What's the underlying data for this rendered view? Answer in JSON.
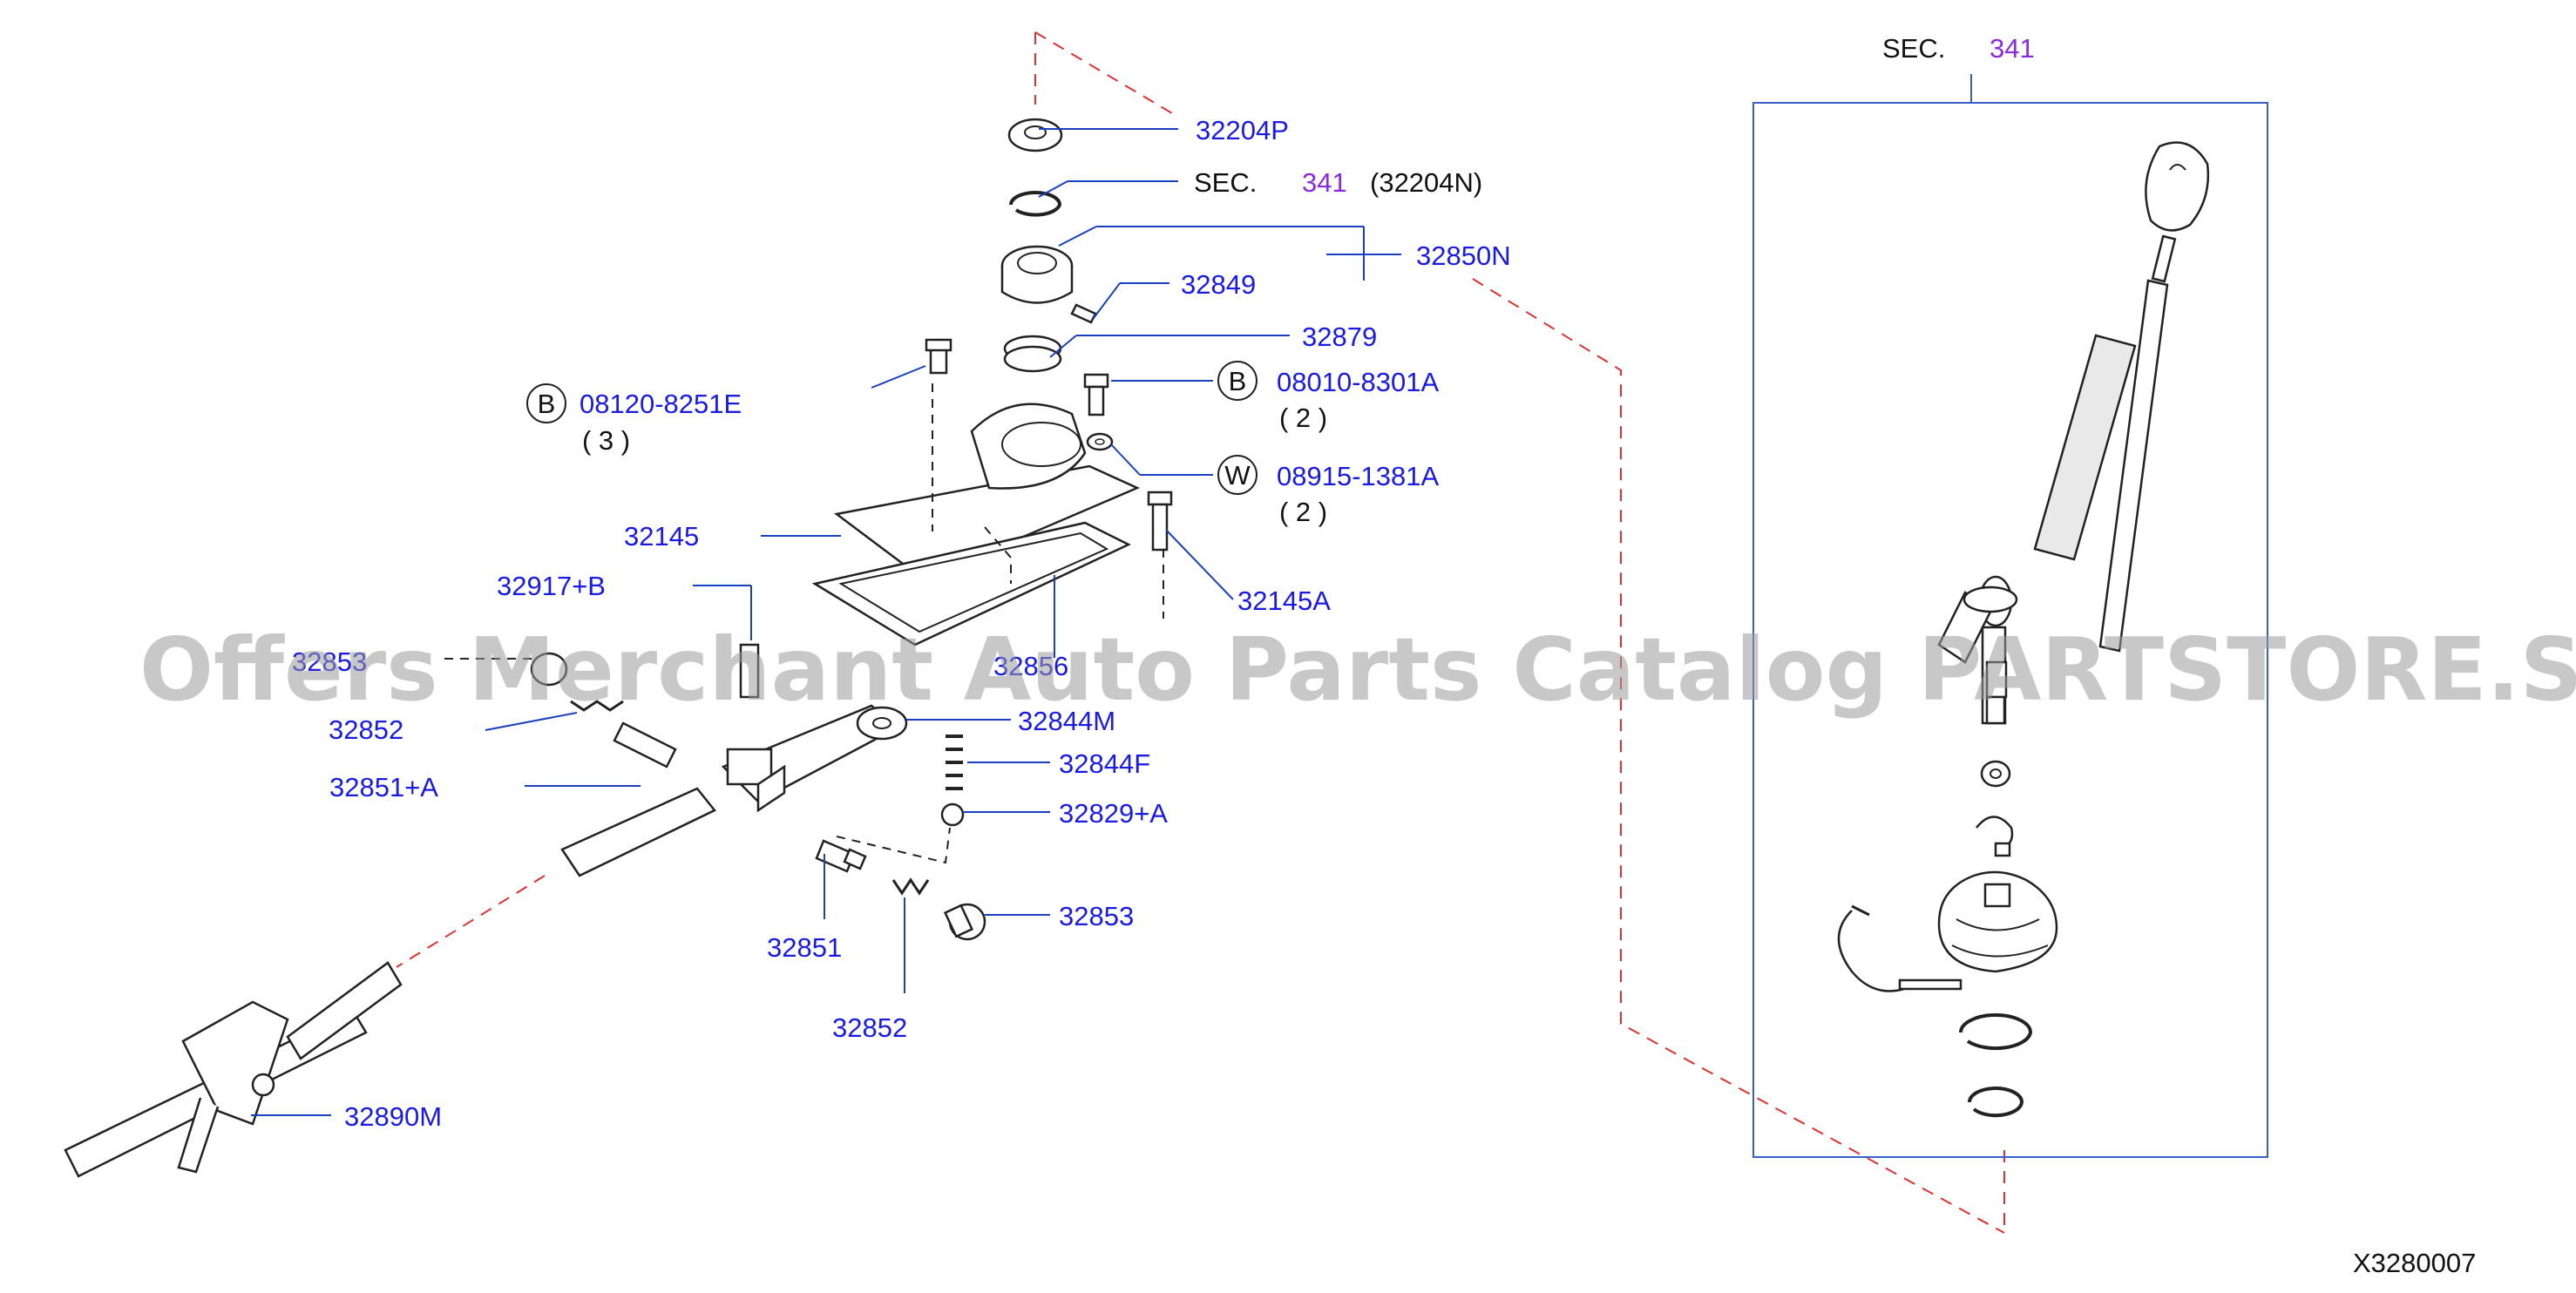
{
  "watermark": "Offers Merchant Auto Parts Catalog PARTSTORE.SA",
  "figure_code": "X3280007",
  "colors": {
    "part_label": "#1a1ae6",
    "section_number": "#8a2be2",
    "phantom_line": "#e03030",
    "frame": "#3a5fc8"
  },
  "labels": {
    "p32204P": "32204P",
    "sec_word": "SEC.",
    "sec_341": "341",
    "p32204N": "(32204N)",
    "p32850N": "32850N",
    "p32849": "32849",
    "p32879": "32879",
    "b_letter": "B",
    "w_letter": "W",
    "p08120": "08120-8251E",
    "q3": "( 3 )",
    "p08010": "08010-8301A",
    "q2a": "( 2 )",
    "p08915": "08915-1381A",
    "q2b": "( 2 )",
    "p32145": "32145",
    "p32145A": "32145A",
    "p32917B": "32917+B",
    "p32853_partial": "32853",
    "p32856": "32856",
    "p32852_top": "32852",
    "p32851A": "32851+A",
    "p32844M": "32844M",
    "p32844F": "32844F",
    "p32829A": "32829+A",
    "p32853": "32853",
    "p32851": "32851",
    "p32852_bot": "32852",
    "p32890M": "32890M",
    "sec_right_word": "SEC.",
    "sec_right_341": "341"
  }
}
